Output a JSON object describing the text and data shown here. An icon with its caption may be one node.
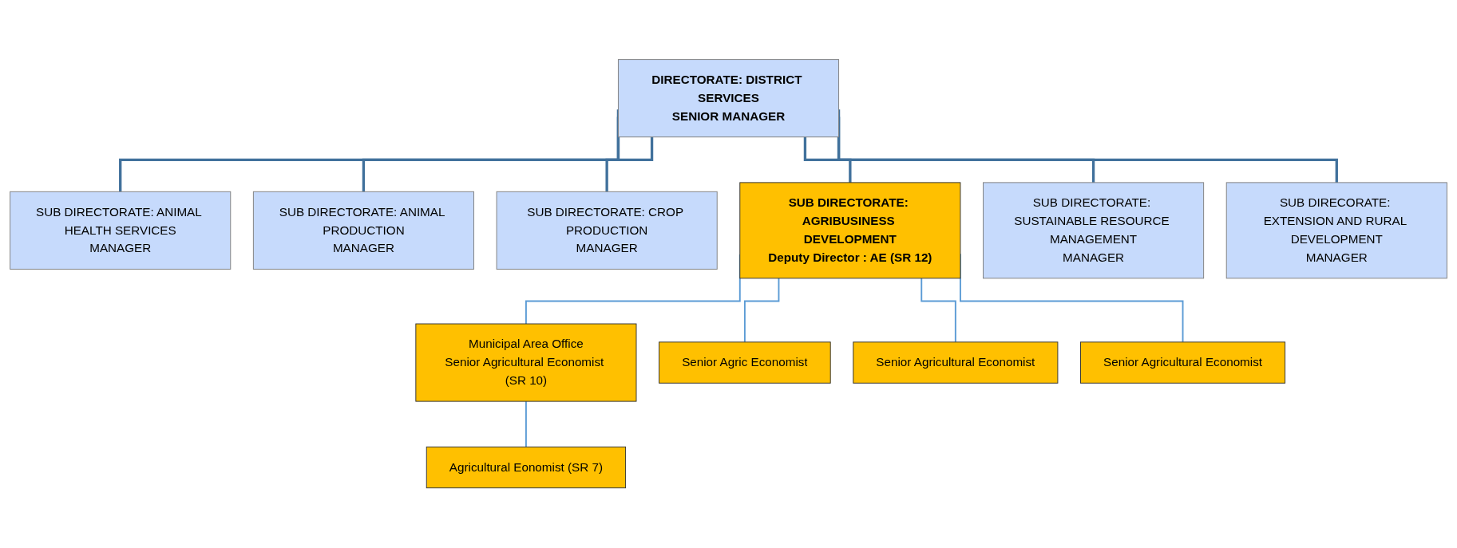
{
  "diagram": {
    "nodes": [
      {
        "text": [
          "DIRECTORATE: DISTRICT SERVICES",
          "SENIOR MANAGER"
        ]
      },
      {
        "text": [
          "SUB DIRECTORATE: ANIMAL HEALTH SERVICES",
          "MANAGER"
        ]
      },
      {
        "text": [
          "SUB DIRECTORATE: ANIMAL PRODUCTION",
          "MANAGER"
        ]
      },
      {
        "text": [
          "SUB DIRECTORATE: CROP PRODUCTION",
          "MANAGER"
        ]
      },
      {
        "text": [
          "SUB DIRECTORATE: AGRIBUSINESS DEVELOPMENT",
          "Deputy Director : AE (SR 12)"
        ]
      },
      {
        "text": [
          "SUB DIRECTORATE: SUSTAINABLE RESOURCE MANAGEMENT",
          "MANAGER"
        ]
      },
      {
        "text": [
          "SUB DIRECORATE: EXTENSION AND RURAL DEVELOPMENT",
          "MANAGER"
        ]
      },
      {
        "text": [
          "Municipal Area Office",
          "Senior Agricultural Economist (SR 10)"
        ]
      },
      {
        "text": [
          "Senior Agric Economist"
        ]
      },
      {
        "text": [
          "Senior Agricultural Economist"
        ]
      },
      {
        "text": [
          "Senior Agricultural Economist"
        ]
      },
      {
        "text": [
          "Agricultural Eonomist (SR 7)"
        ]
      }
    ],
    "edges": [
      {
        "from": 0,
        "to": 1,
        "arrow": "none"
      },
      {
        "from": 0,
        "to": 2,
        "arrow": "none"
      },
      {
        "from": 0,
        "to": 3,
        "arrow": "none"
      },
      {
        "from": 0,
        "to": 4,
        "arrow": "none"
      },
      {
        "from": 0,
        "to": 5,
        "arrow": "none"
      },
      {
        "from": 0,
        "to": 6,
        "arrow": "none"
      },
      {
        "from": 4,
        "to": 7,
        "arrow": "none",
        "color": "#5b9bd5"
      },
      {
        "from": 4,
        "to": 8,
        "arrow": "none",
        "color": "#5b9bd5"
      },
      {
        "from": 4,
        "to": 9,
        "arrow": "none",
        "color": "#5b9bd5"
      },
      {
        "from": 4,
        "to": 10,
        "arrow": "none",
        "color": "#5b9bd5"
      },
      {
        "from": 7,
        "to": 11,
        "arrow": "none",
        "color": "#5b9bd5"
      }
    ]
  }
}
